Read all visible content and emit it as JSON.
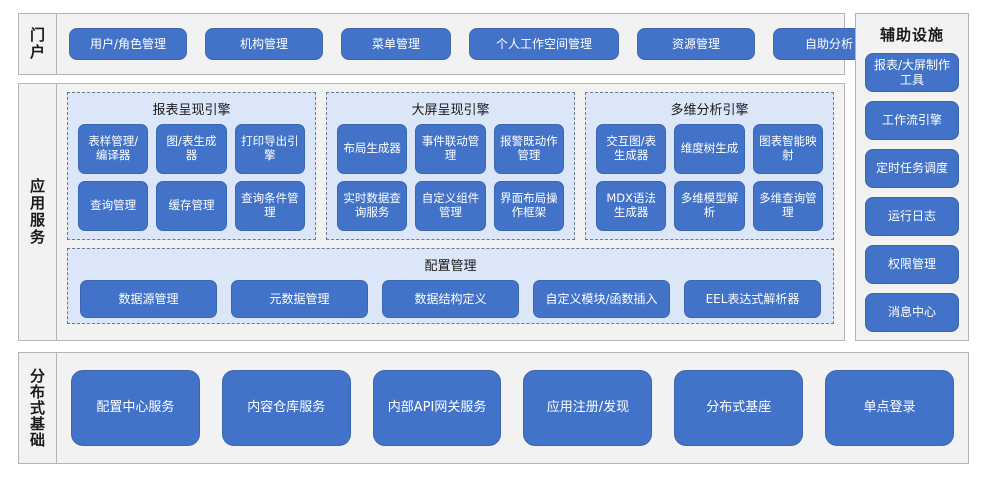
{
  "theme": {
    "button_fill": "#4273c8",
    "button_border": "#3c66b0",
    "panel_fill": "#dbe6f8",
    "panel_border": "#6d7a8c",
    "section_fill": "#f2f2f2",
    "section_border": "#b4b4b4",
    "text_on_button": "#ffffff",
    "text_dark": "#1a1a1a"
  },
  "portal": {
    "label": "门户",
    "items": [
      {
        "label": "用户/角色管理"
      },
      {
        "label": "机构管理"
      },
      {
        "label": "菜单管理"
      },
      {
        "label": "个人工作空间管理"
      },
      {
        "label": "资源管理"
      },
      {
        "label": "自助分析"
      }
    ]
  },
  "app_service": {
    "label": "应用服务",
    "engines": [
      {
        "title": "报表呈现引擎",
        "items": [
          {
            "label": "表样管理/编译器"
          },
          {
            "label": "图/表生成器"
          },
          {
            "label": "打印导出引擎"
          },
          {
            "label": "查询管理"
          },
          {
            "label": "缓存管理"
          },
          {
            "label": "查询条件管理"
          }
        ]
      },
      {
        "title": "大屏呈现引擎",
        "items": [
          {
            "label": "布局生成器"
          },
          {
            "label": "事件联动管理"
          },
          {
            "label": "报警既动作管理"
          },
          {
            "label": "实时数据查询服务"
          },
          {
            "label": "自定义组件管理"
          },
          {
            "label": "界面布局操作框架"
          }
        ]
      },
      {
        "title": "多维分析引擎",
        "items": [
          {
            "label": "交互图/表生成器"
          },
          {
            "label": "维度树生成"
          },
          {
            "label": "图表智能映射"
          },
          {
            "label": "MDX语法生成器"
          },
          {
            "label": "多维模型解析"
          },
          {
            "label": "多维查询管理"
          }
        ]
      }
    ],
    "config": {
      "title": "配置管理",
      "items": [
        {
          "label": "数据源管理"
        },
        {
          "label": "元数据管理"
        },
        {
          "label": "数据结构定义"
        },
        {
          "label": "自定义模块/函数插入"
        },
        {
          "label": "EEL表达式解析器"
        }
      ]
    }
  },
  "auxiliary": {
    "title": "辅助设施",
    "items": [
      {
        "label": "报表/大屏制作工具"
      },
      {
        "label": "工作流引擎"
      },
      {
        "label": "定时任务调度"
      },
      {
        "label": "运行日志"
      },
      {
        "label": "权限管理"
      },
      {
        "label": "消息中心"
      }
    ]
  },
  "distributed_base": {
    "label": "分布式基础",
    "items": [
      {
        "label": "配置中心服务"
      },
      {
        "label": "内容仓库服务"
      },
      {
        "label": "内部API网关服务"
      },
      {
        "label": "应用注册/发现"
      },
      {
        "label": "分布式基座"
      },
      {
        "label": "单点登录"
      }
    ]
  }
}
